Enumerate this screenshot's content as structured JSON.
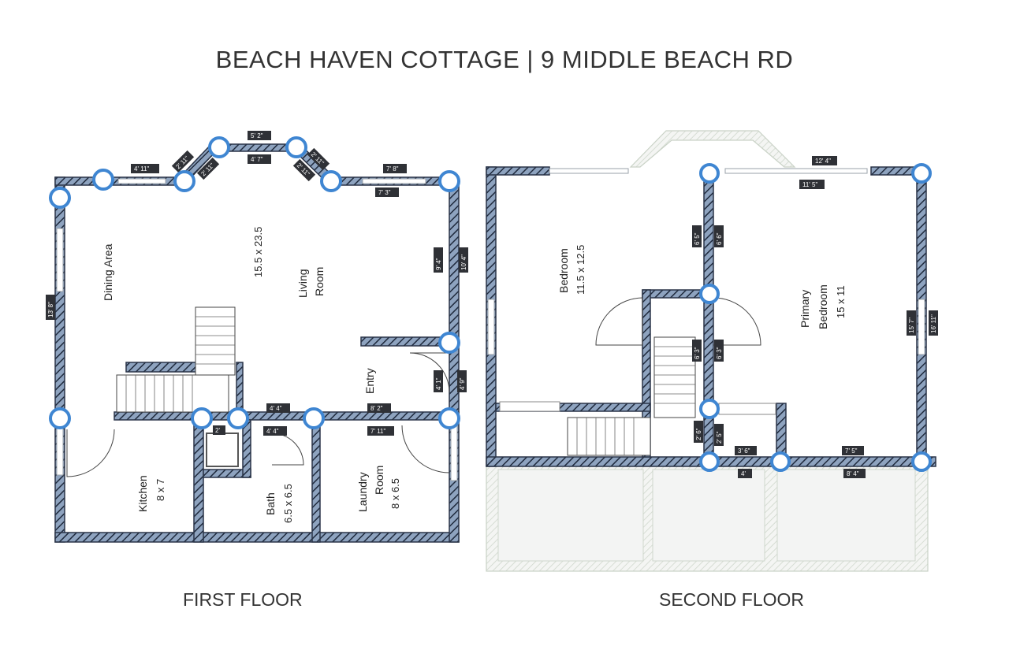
{
  "title": "BEACH HAVEN COTTAGE | 9 MIDDLE BEACH RD",
  "floors": {
    "first": {
      "label": "FIRST FLOOR",
      "rooms": {
        "dining": {
          "name": "Dining Area"
        },
        "living": {
          "dims": "15.5 x 23.5",
          "name1": "Living",
          "name2": "Room"
        },
        "entry": {
          "name": "Entry"
        },
        "kitchen": {
          "name": "Kitchen",
          "dims": "8 x 7"
        },
        "bath": {
          "name": "Bath",
          "dims": "6.5 x 6.5"
        },
        "laundry": {
          "name1": "Laundry",
          "name2": "Room",
          "dims": "8 x 6.5"
        }
      },
      "dims": {
        "d_top_left": "4' 11\"",
        "d_bay_diag_l1": "2' 11\"",
        "d_bay_diag_l2": "2' 11\"",
        "d_bay_top": "5' 2\"",
        "d_bay_inner": "4' 7\"",
        "d_bay_diag_r1": "2' 11\"",
        "d_bay_diag_r2": "2' 11\"",
        "d_top_right": "7' 8\"",
        "d_top_right_in": "7' 3\"",
        "d_left": "13' 8\"",
        "d_right_in": "9' 4\"",
        "d_right_out": "10' 4\"",
        "d_entry_in": "4' 1\"",
        "d_entry_out": "4' 9\"",
        "d_bath_top": "4' 4\"",
        "d_mid_a": "4' 4\"",
        "d_mid_b": "8' 2\"",
        "d_laundry_top": "7' 11\"",
        "d_small": "2'"
      }
    },
    "second": {
      "label": "SECOND FLOOR",
      "rooms": {
        "bedroom": {
          "name": "Bedroom",
          "dims": "11.5 x 12.5"
        },
        "primary": {
          "name1": "Primary",
          "name2": "Bedroom",
          "dims": "15 x 11"
        }
      },
      "dims": {
        "d_top_out": "12' 4\"",
        "d_top_in": "11' 5\"",
        "d_closet_a": "6' 5\"",
        "d_closet_b": "6' 6\"",
        "d_mid_a": "6' 3\"",
        "d_mid_b": "6' 3\"",
        "d_right_in": "15' 7\"",
        "d_right_out": "16' 11\"",
        "d_low_a": "2' 6\"",
        "d_low_b": "2' 5\"",
        "d_bot_a": "3' 6\"",
        "d_bot_b": "4'",
        "d_bot_c": "7' 5\"",
        "d_bot_d": "8' 4\""
      }
    }
  }
}
